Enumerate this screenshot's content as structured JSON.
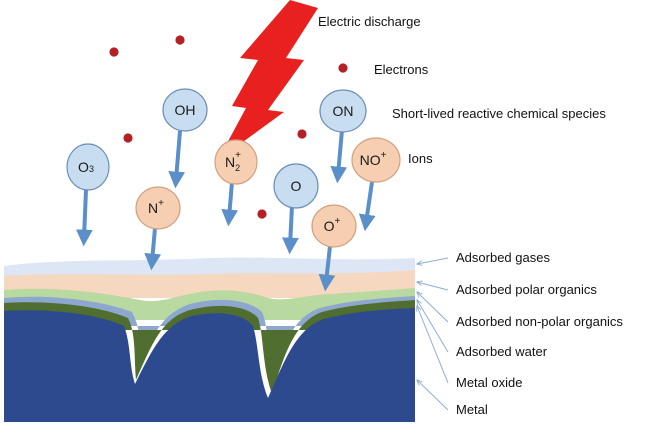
{
  "legend": {
    "electric_discharge": "Electric discharge",
    "electrons": "Electrons",
    "short_lived": "Short-lived reactive chemical species",
    "ions": "Ions"
  },
  "layers": {
    "adsorbed_gases": "Adsorbed gases",
    "adsorbed_polar": "Adsorbed polar organics",
    "adsorbed_nonpolar": "Adsorbed non-polar organics",
    "adsorbed_water": "Adsorbed water",
    "metal_oxide": "Metal oxide",
    "metal": "Metal"
  },
  "species": {
    "o3": {
      "main": "O",
      "sub": "3"
    },
    "oh": {
      "main": "OH"
    },
    "n_plus": {
      "main": "N",
      "sup": "+"
    },
    "n2_plus": {
      "main": "N",
      "sub": "2",
      "sup": "+"
    },
    "o": {
      "main": "O"
    },
    "on": {
      "main": "ON"
    },
    "no_plus": {
      "main": "NO",
      "sup": "+"
    },
    "o_plus": {
      "main": "O",
      "sup": "+"
    }
  },
  "colors": {
    "radical_fill": "#c9ddf0",
    "ion_fill": "#f6cfb2",
    "arrow": "#5b8fc9",
    "electron": "#b42025",
    "lightning": "#e82020",
    "metal": "#2e4a8e",
    "oxide": "#4f6e2f",
    "water": "#8ea7cf",
    "nonpolar": "#b8d9a0",
    "polar": "#f6d7c0",
    "gases": "#dde6f5"
  }
}
